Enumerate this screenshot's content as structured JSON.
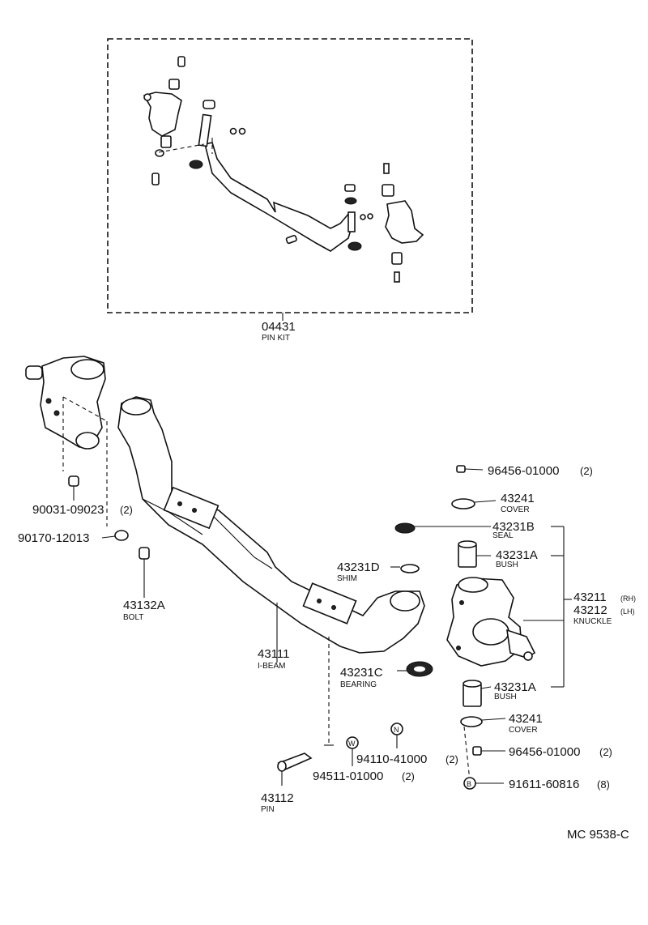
{
  "pin_kit": {
    "number": "04431",
    "name": "PIN KIT"
  },
  "parts": {
    "grease_fitting_top": {
      "number": "96456-01000",
      "qty": "(2)"
    },
    "cover_top": {
      "number": "43241",
      "name": "COVER"
    },
    "seal": {
      "number": "43231B",
      "name": "SEAL"
    },
    "bush_top": {
      "number": "43231A",
      "name": "BUSH"
    },
    "shim": {
      "number": "43231D",
      "name": "SHIM"
    },
    "knuckle": {
      "number_rh": "43211",
      "suffix_rh": "(RH)",
      "number_lh": "43212",
      "suffix_lh": "(LH)",
      "name": "KNUCKLE"
    },
    "plug": {
      "number": "90031-09023",
      "qty": "(2)"
    },
    "nut": {
      "number": "90170-12013"
    },
    "bolt": {
      "number": "43132A",
      "name": "BOLT"
    },
    "ibeam": {
      "number": "43111",
      "name": "I-BEAM"
    },
    "bearing": {
      "number": "43231C",
      "name": "BEARING"
    },
    "bush_bottom": {
      "number": "43231A",
      "name": "BUSH"
    },
    "cover_bottom": {
      "number": "43241",
      "name": "COVER"
    },
    "grease_fitting_bottom": {
      "number": "96456-01000",
      "qty": "(2)"
    },
    "nut_n": {
      "marker": "N",
      "number": "94110-41000",
      "qty": "(2)"
    },
    "washer_w": {
      "marker": "W",
      "number": "94511-01000",
      "qty": "(2)"
    },
    "bolt_b": {
      "marker": "B",
      "number": "91611-60816",
      "qty": "(8)"
    },
    "pin": {
      "number": "43112",
      "name": "PIN"
    }
  },
  "diagram_code": "MC 9538-C"
}
